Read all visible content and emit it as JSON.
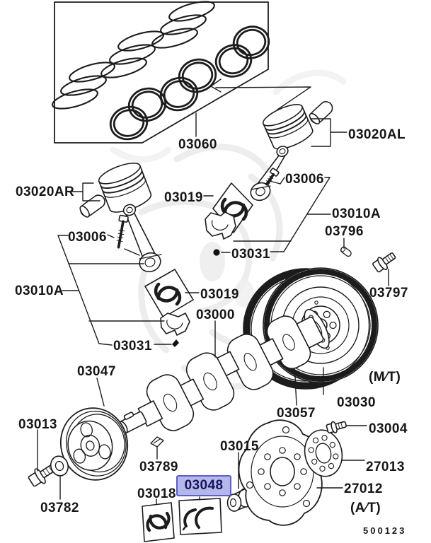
{
  "diagram": {
    "type": "exploded-parts-diagram",
    "subject": "engine piston, crankshaft and flywheel group",
    "code": "500123",
    "line_color": "#1c1c1c",
    "highlight": {
      "label": "03048",
      "bg": "#b5b7eb",
      "border": "#5a5fc9",
      "text_color": "#15165e"
    }
  },
  "labels": [
    {
      "id": "03060",
      "text": "03060"
    },
    {
      "id": "03020AL",
      "text": "03020AL"
    },
    {
      "id": "03006-upper",
      "text": "03006"
    },
    {
      "id": "03020AR",
      "text": "03020AR"
    },
    {
      "id": "03019-upper",
      "text": "03019"
    },
    {
      "id": "03010A-right",
      "text": "03010A"
    },
    {
      "id": "03796",
      "text": "03796"
    },
    {
      "id": "03006-left",
      "text": "03006"
    },
    {
      "id": "03031-upper",
      "text": "03031"
    },
    {
      "id": "03797",
      "text": "03797"
    },
    {
      "id": "03010A-left",
      "text": "03010A"
    },
    {
      "id": "03019-lower",
      "text": "03019"
    },
    {
      "id": "03000",
      "text": "03000"
    },
    {
      "id": "03031-lower",
      "text": "03031"
    },
    {
      "id": "03047",
      "text": "03047"
    },
    {
      "id": "mt",
      "text": "(M⁄T)"
    },
    {
      "id": "03013",
      "text": "03013"
    },
    {
      "id": "03030",
      "text": "03030"
    },
    {
      "id": "03057",
      "text": "03057"
    },
    {
      "id": "03004",
      "text": "03004"
    },
    {
      "id": "03015",
      "text": "03015"
    },
    {
      "id": "03789",
      "text": "03789"
    },
    {
      "id": "27013",
      "text": "27013"
    },
    {
      "id": "03018",
      "text": "03018"
    },
    {
      "id": "27012",
      "text": "27012"
    },
    {
      "id": "at",
      "text": "(A⁄T)"
    },
    {
      "id": "03782",
      "text": "03782"
    }
  ]
}
